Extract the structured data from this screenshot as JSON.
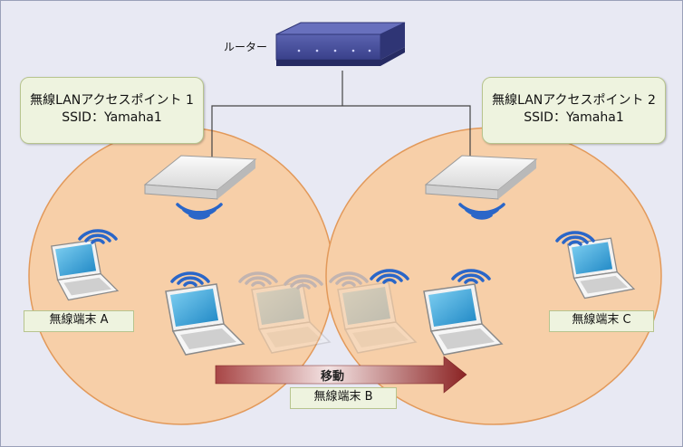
{
  "router": {
    "label": "ルーター"
  },
  "access_points": [
    {
      "name": "無線LANアクセスポイント 1",
      "ssid": "SSID：Yamaha1"
    },
    {
      "name": "無線LANアクセスポイント 2",
      "ssid": "SSID：Yamaha1"
    }
  ],
  "terminals": {
    "a": "無線端末 A",
    "b": "無線端末 B",
    "c": "無線端末 C"
  },
  "movement": {
    "label": "移動"
  },
  "colors": {
    "coverage": "#f7cfa8",
    "wave": "#2a66c8",
    "device_screen": "#3aa6d9",
    "arrow_start": "#f2e4e4",
    "arrow_end": "#8b2a2a"
  }
}
